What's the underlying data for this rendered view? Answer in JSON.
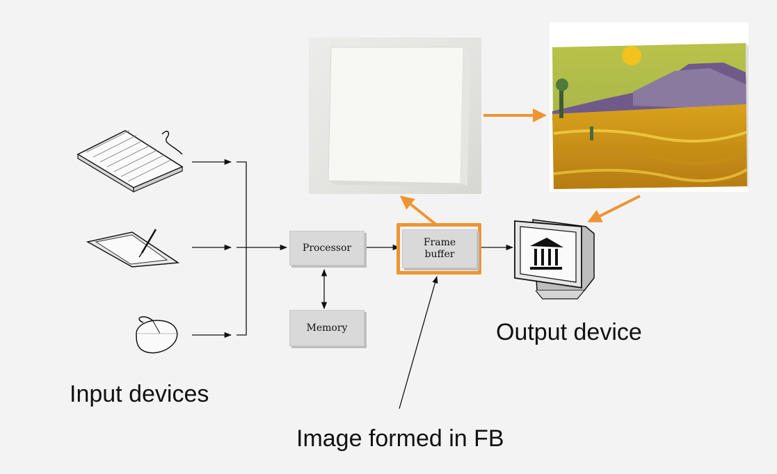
{
  "labels": {
    "input_devices": "Input devices",
    "output_device": "Output device",
    "image_formed": "Image formed in FB"
  },
  "boxes": {
    "processor": "Processor",
    "frame_buffer": "Frame\nbuffer",
    "memory": "Memory"
  },
  "colors": {
    "highlight": "#ee9433",
    "box_fill": "#d9d9d9",
    "background": "#f3f3f3"
  },
  "icons": {
    "input_1": "keyboard-icon",
    "input_2": "graphics-tablet-icon",
    "input_3": "mouse-icon",
    "output": "crt-monitor-icon"
  }
}
